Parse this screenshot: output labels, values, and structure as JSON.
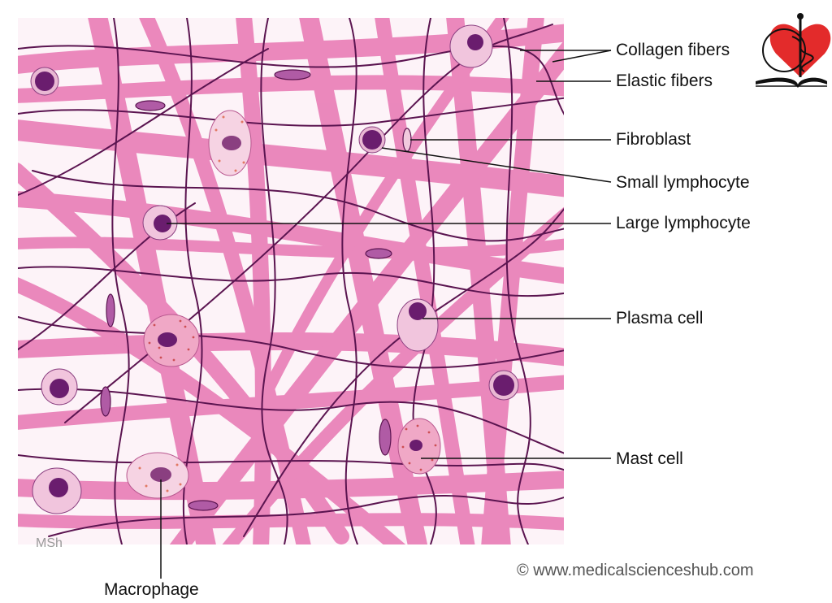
{
  "labels": {
    "collagen": "Collagen fibers",
    "elastic": "Elastic fibers",
    "fibroblast": "Fibroblast",
    "small_lymphocyte": "Small lymphocyte",
    "large_lymphocyte": "Large lymphocyte",
    "plasma_cell": "Plasma cell",
    "mast_cell": "Mast cell",
    "macrophage": "Macrophage"
  },
  "signature": "MSh",
  "copyright": "© www.medicalscienceshub.com",
  "colors": {
    "collagen": "#e35fa6",
    "elastic": "#5b1450",
    "nucleus": "#6a1d6e",
    "cytoplasm": "#f3c3dc",
    "leader": "#111111",
    "logo_heart": "#e32b2b"
  }
}
